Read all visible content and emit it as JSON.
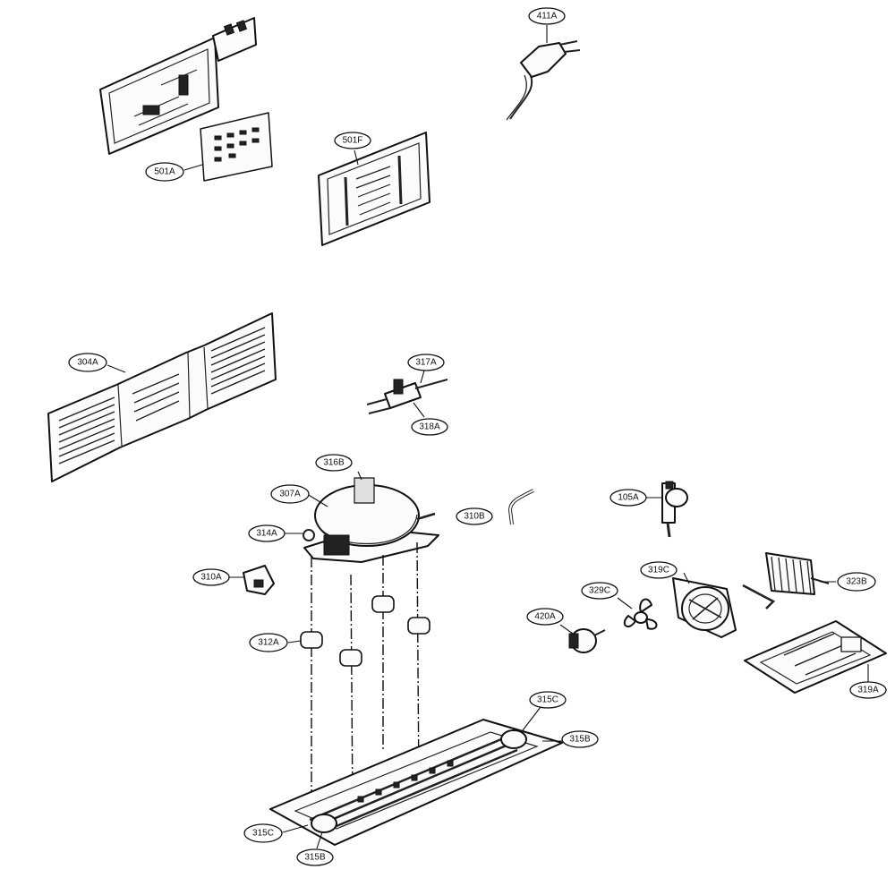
{
  "callouts": [
    {
      "label": "411A",
      "part": "power-cord-plug"
    },
    {
      "label": "501A",
      "part": "control-board-housing"
    },
    {
      "label": "501F",
      "part": "board-cover-plate"
    },
    {
      "label": "304A",
      "part": "rear-access-panel"
    },
    {
      "label": "317A",
      "part": "drain-valve"
    },
    {
      "label": "318A",
      "part": "drain-valve-fitting"
    },
    {
      "label": "316B",
      "part": "compressor-label"
    },
    {
      "label": "307A",
      "part": "compressor"
    },
    {
      "label": "310B",
      "part": "tube-elbow"
    },
    {
      "label": "105A",
      "part": "thermostat-sensor"
    },
    {
      "label": "314A",
      "part": "grommet-washer"
    },
    {
      "label": "310A",
      "part": "relay-overload"
    },
    {
      "label": "319C",
      "part": "fan-shroud"
    },
    {
      "label": "323B",
      "part": "condenser-coil"
    },
    {
      "label": "329C",
      "part": "fan-blade"
    },
    {
      "label": "420A",
      "part": "fan-motor"
    },
    {
      "label": "312A",
      "part": "compressor-mount-grommet"
    },
    {
      "label": "319A",
      "part": "condenser-tray"
    },
    {
      "label": "315C",
      "part": "base-plate-rail"
    },
    {
      "label": "315B",
      "part": "base-plate"
    },
    {
      "label": "315B",
      "part": "base-plate-corner"
    },
    {
      "label": "315C",
      "part": "base-plate-rail-left"
    }
  ],
  "icons": [
    "plug-icon",
    "circuit-board-icon",
    "compressor-icon",
    "fan-icon",
    "coil-icon"
  ]
}
